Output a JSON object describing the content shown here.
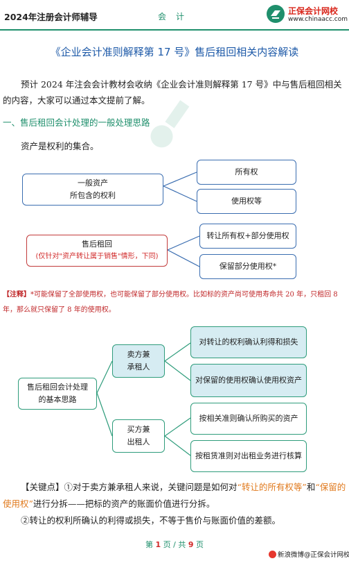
{
  "header": {
    "left": "2024年注册会计师辅导",
    "center": "会计",
    "logo_name": "正保会计网校",
    "logo_url": "www.chinaacc.com",
    "brand_color": "#1f8f6c"
  },
  "title": "《企业会计准则解释第 17 号》售后租回相关内容解读",
  "intro": "预计 2024 年注会会计教材会收纳《企业会计准则解释第 17 号》中与售后租回相关的内容，大家可以通过本文提前了解。",
  "section1": {
    "title": "一、售后租回会计处理的一般处理思路",
    "asset_definition": "资产是权利的集合。"
  },
  "diagram1": {
    "general_asset_line1": "一般资产",
    "general_asset_line2": "所包含的权利",
    "ownership": "所有权",
    "use_right": "使用权等",
    "leaseback_line1": "售后租回",
    "leaseback_line2": "(仅针对\"资产转让属于销售\"情形，下同)",
    "transfer_rights": "转让所有权+部分使用权",
    "retain_rights": "保留部分使用权*"
  },
  "note": {
    "label": "【注释】",
    "text": "*可能保留了全部使用权，也可能保留了部分使用权。比如标的资产尚可使用寿命共 20 年，只租回 8 年，那么就只保留了 8 年的使用权。"
  },
  "diagram2": {
    "root_line1": "售后租回会计处理",
    "root_line2": "的基本思路",
    "seller_line1": "卖方兼",
    "seller_line2": "承租人",
    "buyer_line1": "买方兼",
    "buyer_line2": "出租人",
    "seller_a": "对转让的权利确认利得和损失",
    "seller_b": "对保留的使用权确认使用权资产",
    "buyer_a": "按相关准则确认所购买的资产",
    "buyer_b": "按租赁准则对出租业务进行核算"
  },
  "key": {
    "label": "【关键点】",
    "p1_a": "①对于卖方兼承租人来说，关键问题是如何对",
    "p1_q1": "“转让的所有权等”",
    "p1_and": "和",
    "p1_q2": "“保留的使用权”",
    "p1_b": "进行分拆——把标的资产的账面价值进行分拆。",
    "p2": "②转让的权利所确认的利得或损失，不等于售价与账面价值的差额。"
  },
  "footer": {
    "page_prefix": "第",
    "page_current": "1",
    "page_mid": "页 / 共",
    "page_total": "9",
    "page_suffix": "页",
    "weibo": "新浪微博@正保会计网校"
  }
}
